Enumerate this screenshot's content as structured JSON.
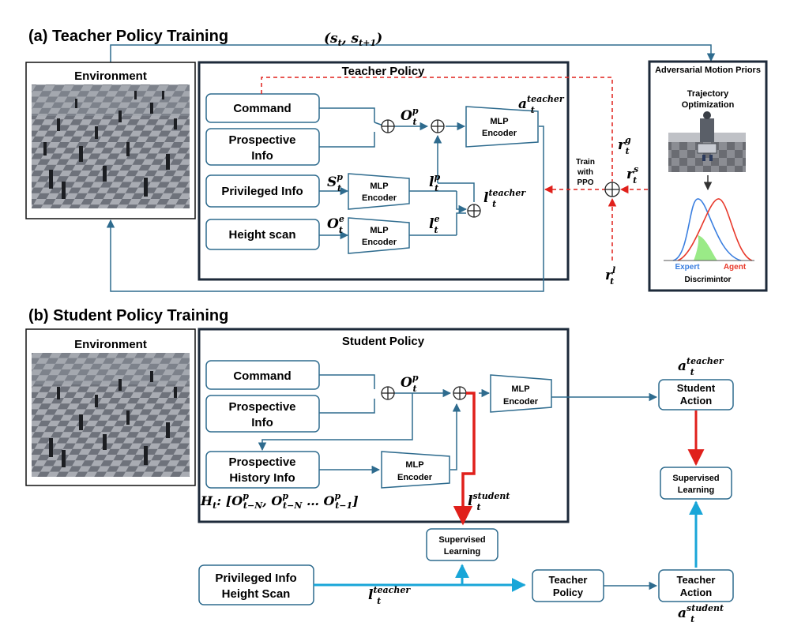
{
  "colors": {
    "flow": "#2e6b8e",
    "dashed_red": "#e0201b",
    "bold_red": "#e0201b",
    "cyan": "#19a6d8",
    "expert": "#3b7fe0",
    "agent": "#e8392b",
    "overlap": "#8fe87a"
  },
  "teacher": {
    "title": "(a) Teacher Policy  Training",
    "state_label": "(s",
    "state_sub1": "t",
    "state_sep": ", s",
    "state_sub2": "t+1",
    "state_close": ")",
    "env_title": "Environment",
    "policy_title": "Teacher Policy",
    "command": "Command",
    "prospective_1": "Prospective",
    "prospective_2": "Info",
    "privileged": "Privileged Info",
    "height": "Height scan",
    "mlp": "MLP",
    "encoder": "Encoder",
    "o_p": "O",
    "o_p_sup": "p",
    "t": "t",
    "s_p": "S",
    "o_e": "O",
    "e_sup": "e",
    "l": "l",
    "a": "a",
    "teacher_sup": "teacher",
    "train_1": "Train",
    "train_2": "with",
    "train_3": "PPO",
    "r": "r",
    "g_sup": "g",
    "s_sup": "s",
    "l_sup": "l",
    "amp_title": "Adversarial Motion Priors",
    "traj_1": "Trajectory",
    "traj_2": "Optimization",
    "expert": "Expert",
    "agent": "Agent",
    "discriminator": "Discrimintor"
  },
  "student": {
    "title": "(b) Student Policy  Training",
    "env_title": "Environment",
    "policy_title": "Student Policy",
    "command": "Command",
    "prospective_1": "Prospective",
    "prospective_2": "Info",
    "hist_1": "Prospective",
    "hist_2": "History Info",
    "mlp": "MLP",
    "encoder": "Encoder",
    "student_action_1": "Student",
    "student_action_2": "Action",
    "supervised_1": "Supervised",
    "supervised_2": "Learning",
    "priv_1": "Privileged Info",
    "priv_2": "Height Scan",
    "teacher_policy_1": "Teacher",
    "teacher_policy_2": "Policy",
    "teacher_action_1": "Teacher",
    "teacher_action_2": "Action",
    "h_t": "H",
    "h_colon": ": [",
    "hist_o": "O",
    "hist_sub1": "t−N",
    "hist_sub2": "t−N",
    "hist_sub3": "t−1",
    "hist_dots": " … ",
    "hist_close": "]",
    "student_sup": "student",
    "teacher_sup": "teacher"
  }
}
